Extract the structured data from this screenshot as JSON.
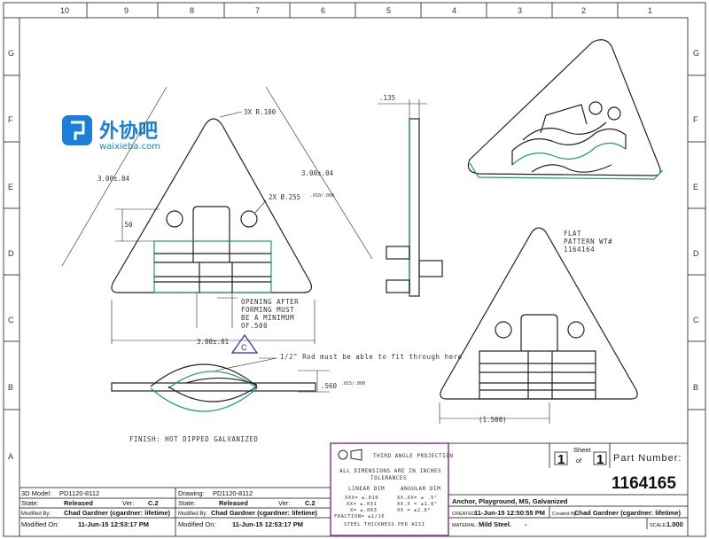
{
  "frame": {
    "columns": [
      "10",
      "9",
      "8",
      "7",
      "6",
      "5",
      "4",
      "3",
      "2",
      "1"
    ],
    "rows": [
      "G",
      "F",
      "E",
      "D",
      "C",
      "B",
      "A"
    ]
  },
  "watermark": {
    "text": "外协吧",
    "url": "waixieba.com"
  },
  "views": {
    "front": {
      "dim_radius": "3X R.100",
      "dim_left_edge": "3.00±.04",
      "dim_right_edge": "3.00±.04",
      "dim_holes": "2X Ø.255",
      "dim_holes_tol": ".010/.000",
      "dim_height": ".50",
      "dim_base": "3.00±.01",
      "opening_note": [
        "OPENING AFTER",
        "FORMING MUST",
        "BE A MINIMUM",
        "OF.500"
      ],
      "callout": "C"
    },
    "side": {
      "dim_thickness": ".135"
    },
    "bottom": {
      "note": "1/2\" Rod must be able to fit through here",
      "dim_height": ".560",
      "dim_height_tol": ".015/.000"
    },
    "flat": {
      "note": [
        "FLAT",
        "PATTERN WT#",
        "1164164"
      ],
      "dim_width": "(1.500)"
    }
  },
  "finish_note": "FINISH: HOT DIPPED GALVANIZED",
  "tolerance_block": {
    "projection": "THIRD ANGLE PROJECTION",
    "units_line1": "ALL DIMENSIONS ARE IN INCHES",
    "units_line2": "TOLERANCES",
    "linear_header": "LINEAR DIM",
    "angular_header": "ANGULAR DIM",
    "linear": [
      "XXX= ±.010",
      "XX= ±.031",
      "X= ±.063"
    ],
    "angular": [
      "XX.XX= ± .5°",
      "XX.X = ±1.0°",
      "XX = ±2.0°"
    ],
    "fraction": "FRACTION= ±1/16",
    "steel": "STEEL THICKNESS PER AISI"
  },
  "title_block": {
    "model_label": "3D Model:",
    "model": "PD1120-8112",
    "drawing_label": "Drawing:",
    "drawing": "PD1120-8112",
    "state_label": "State:",
    "state": "Released",
    "ver_label": "Ver:",
    "ver": "C.2",
    "modified_by_label": "Modified By:",
    "modified_by": "Chad Gardner (cgardner: lifetime)",
    "modified_on_label": "Modified On:",
    "modified_on": "11-Jun-15 12:53:17 PM",
    "sheet_label": "Sheet",
    "sheet_of": "of",
    "sheet_num": "1",
    "sheet_total": "1",
    "part_number_label": "Part Number:",
    "part_number": "1164165",
    "description": "Anchor, Playground, MS, Galvanized",
    "created_label": "CREATED:",
    "created": "11-Jun-15 12:50:55 PM",
    "created_by_label": "Created By:",
    "created_by": "Chad Gardner (cgardner: lifetime)",
    "material_label": "MATERIAL:",
    "material": "Mild Steel.",
    "material_dash": "-",
    "scale_label": "SCALE:",
    "scale": "1.000"
  },
  "colors": {
    "line": "#222222",
    "teal": "#1a9a8a",
    "purple": "#8a3a9a",
    "callout": "#2a2aaa"
  }
}
